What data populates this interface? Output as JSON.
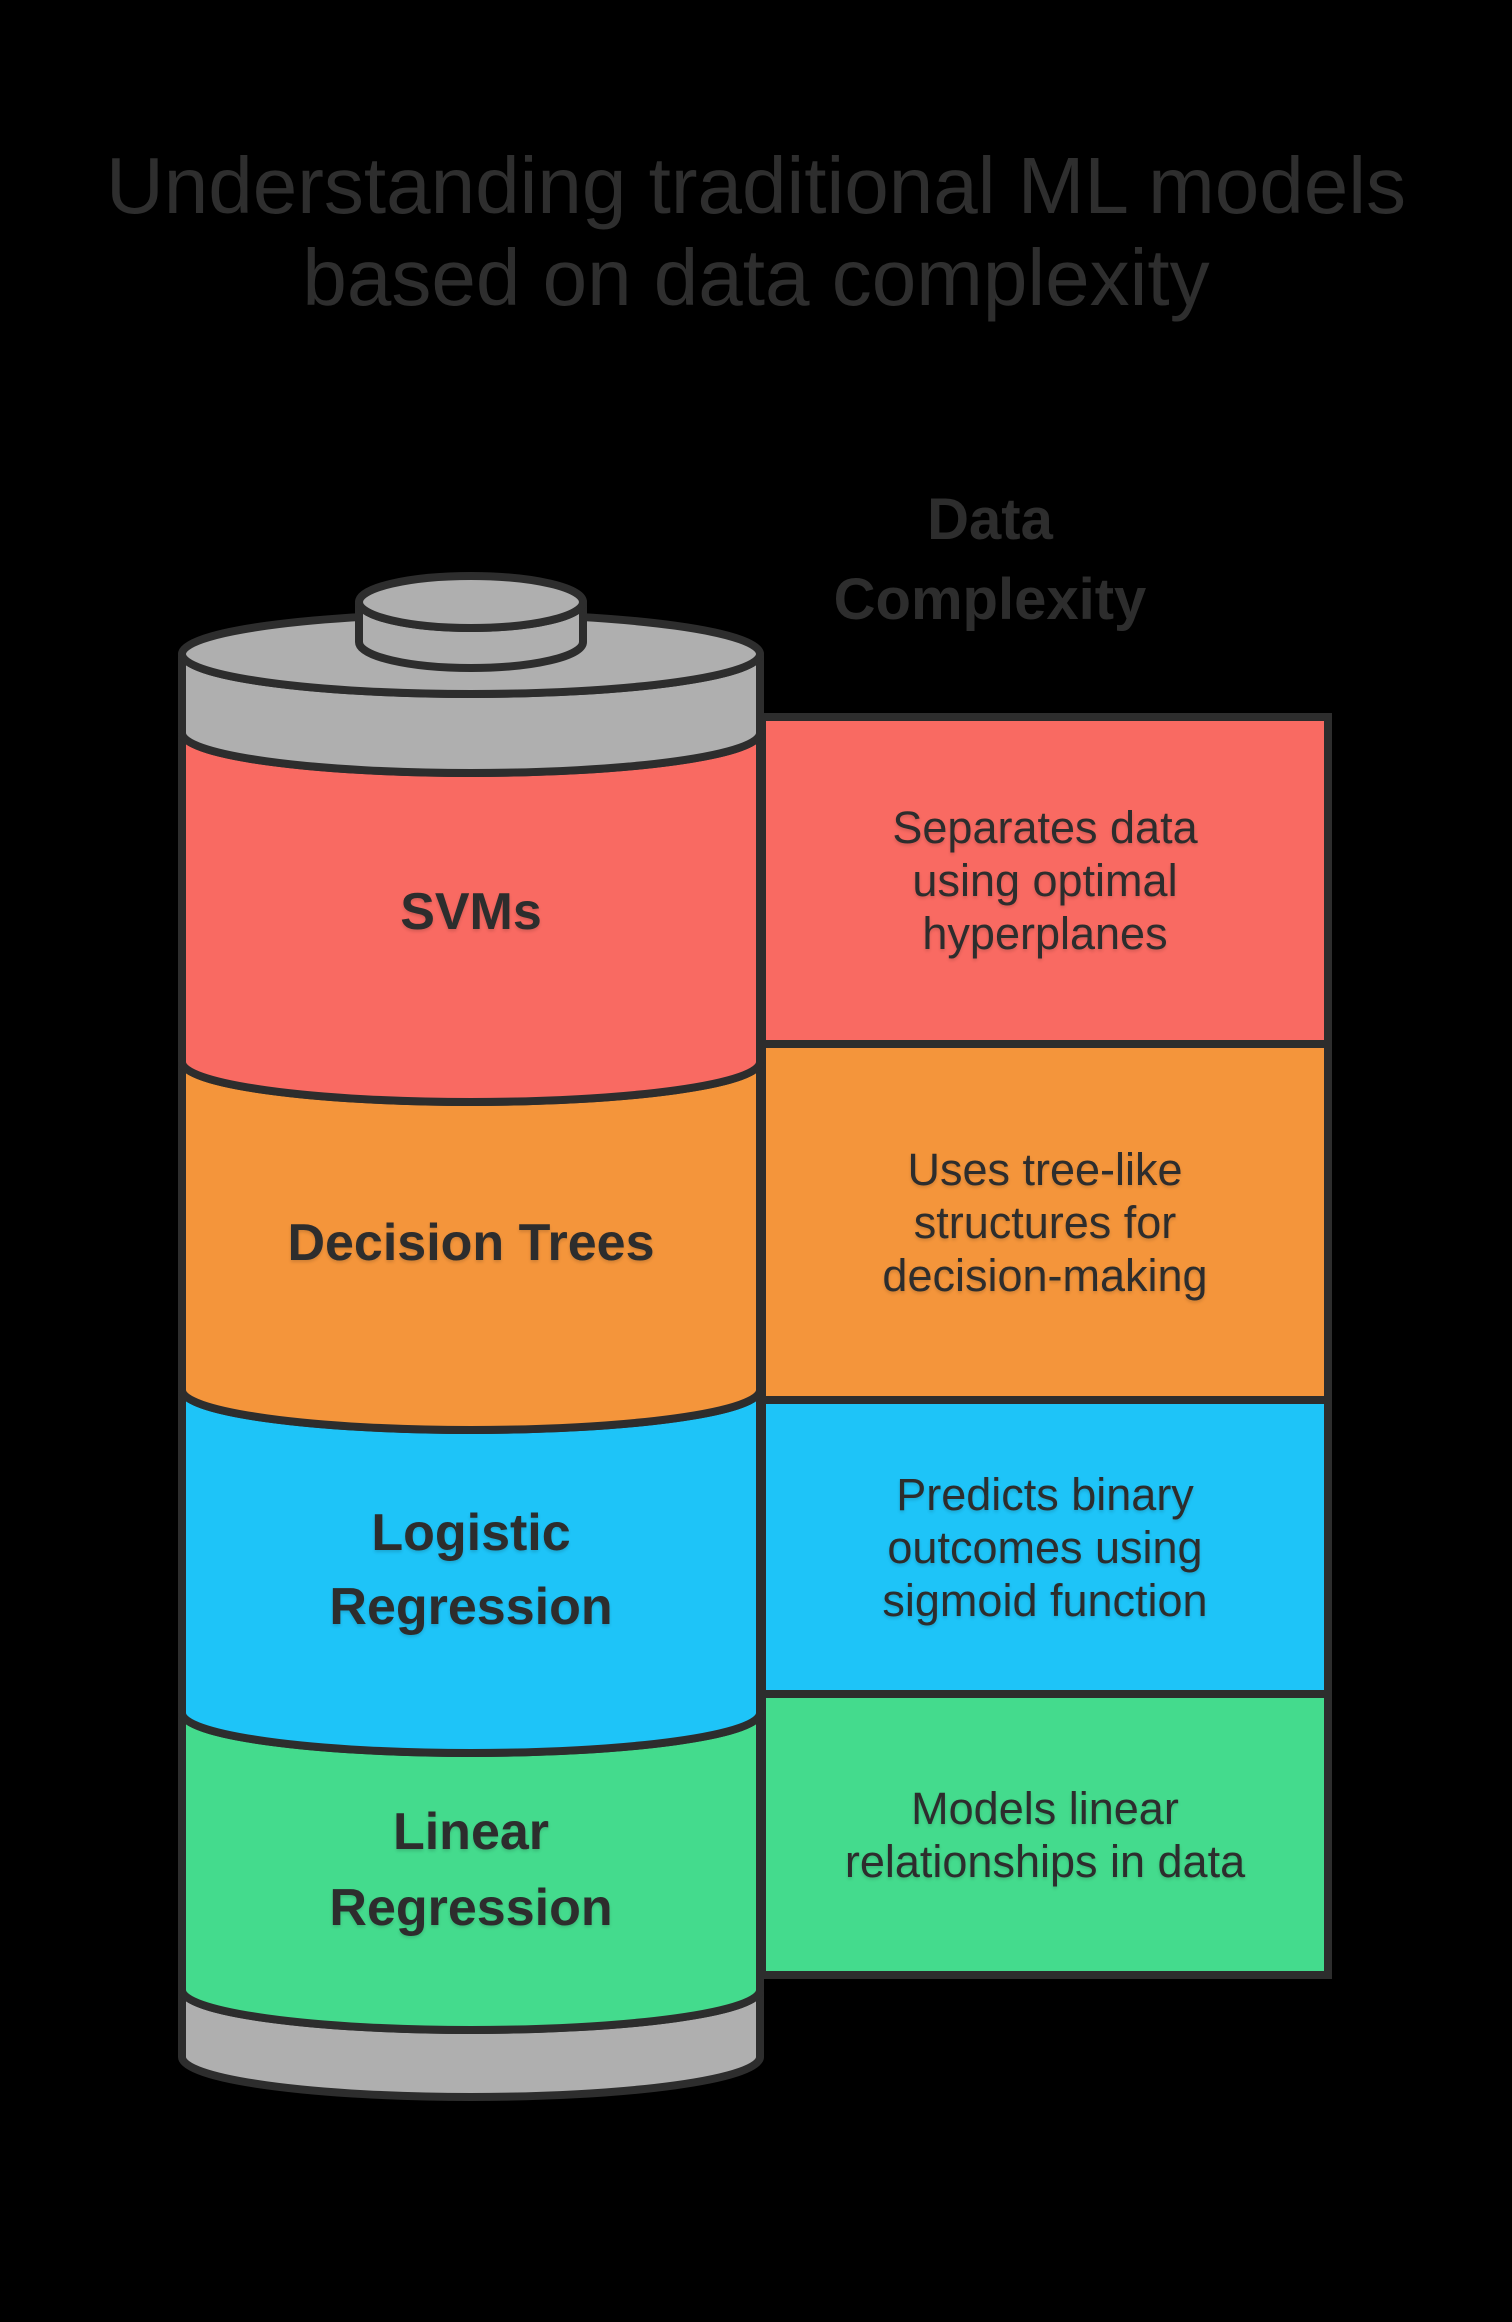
{
  "title": {
    "lines": [
      "Understanding traditional ML models",
      "based on data complexity"
    ]
  },
  "axis_header": {
    "lines": [
      "Data",
      "Complexity"
    ]
  },
  "colors": {
    "background": "#000000",
    "outline_stroke": "#2d2d2d",
    "title_text": "#2e2e2e",
    "label_text": "#2d2d2d",
    "battery_metal": "#afafaf",
    "svms": "#F96A62",
    "decision_trees": "#F4953B",
    "logistic_regression": "#1EC4F8",
    "linear_regression": "#44DB8D"
  },
  "battery": {
    "segments": [
      {
        "id": "svms",
        "label_lines": [
          "SVMs"
        ],
        "color": "#F96A62",
        "description_lines": [
          "Separates data",
          "using optimal",
          "hyperplanes"
        ]
      },
      {
        "id": "decision-trees",
        "label_lines": [
          "Decision Trees"
        ],
        "color": "#F4953B",
        "description_lines": [
          "Uses tree-like",
          "structures for",
          "decision-making"
        ]
      },
      {
        "id": "logistic-regression",
        "label_lines": [
          "Logistic",
          "Regression"
        ],
        "color": "#1EC4F8",
        "description_lines": [
          "Predicts binary",
          "outcomes using",
          "sigmoid function"
        ]
      },
      {
        "id": "linear-regression",
        "label_lines": [
          "Linear",
          "Regression"
        ],
        "color": "#44DB8D",
        "description_lines": [
          "Models linear",
          "relationships in data"
        ]
      }
    ]
  }
}
